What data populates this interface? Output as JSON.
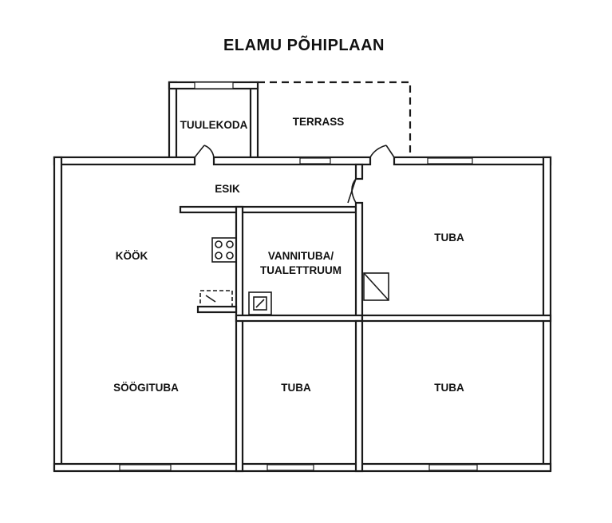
{
  "title": "ELAMU PÕHIPLAAN",
  "rooms": {
    "tuulekoda": "TUULEKODA",
    "terrass": "TERRASS",
    "esik": "ESIK",
    "kook": "KÖÖK",
    "vannituba_line1": "VANNITUBA/",
    "vannituba_line2": "TUALETTRUUM",
    "tuba_upper_right": "TUBA",
    "soogituba": "SÖÖGITUBA",
    "tuba_lower_middle": "TUBA",
    "tuba_lower_right": "TUBA"
  },
  "icons": [
    "stove-icon",
    "sink-icon",
    "shower-icon",
    "door-swing-icon",
    "window-icon"
  ],
  "colors": {
    "line": "#1a1a1a",
    "background": "#ffffff"
  }
}
